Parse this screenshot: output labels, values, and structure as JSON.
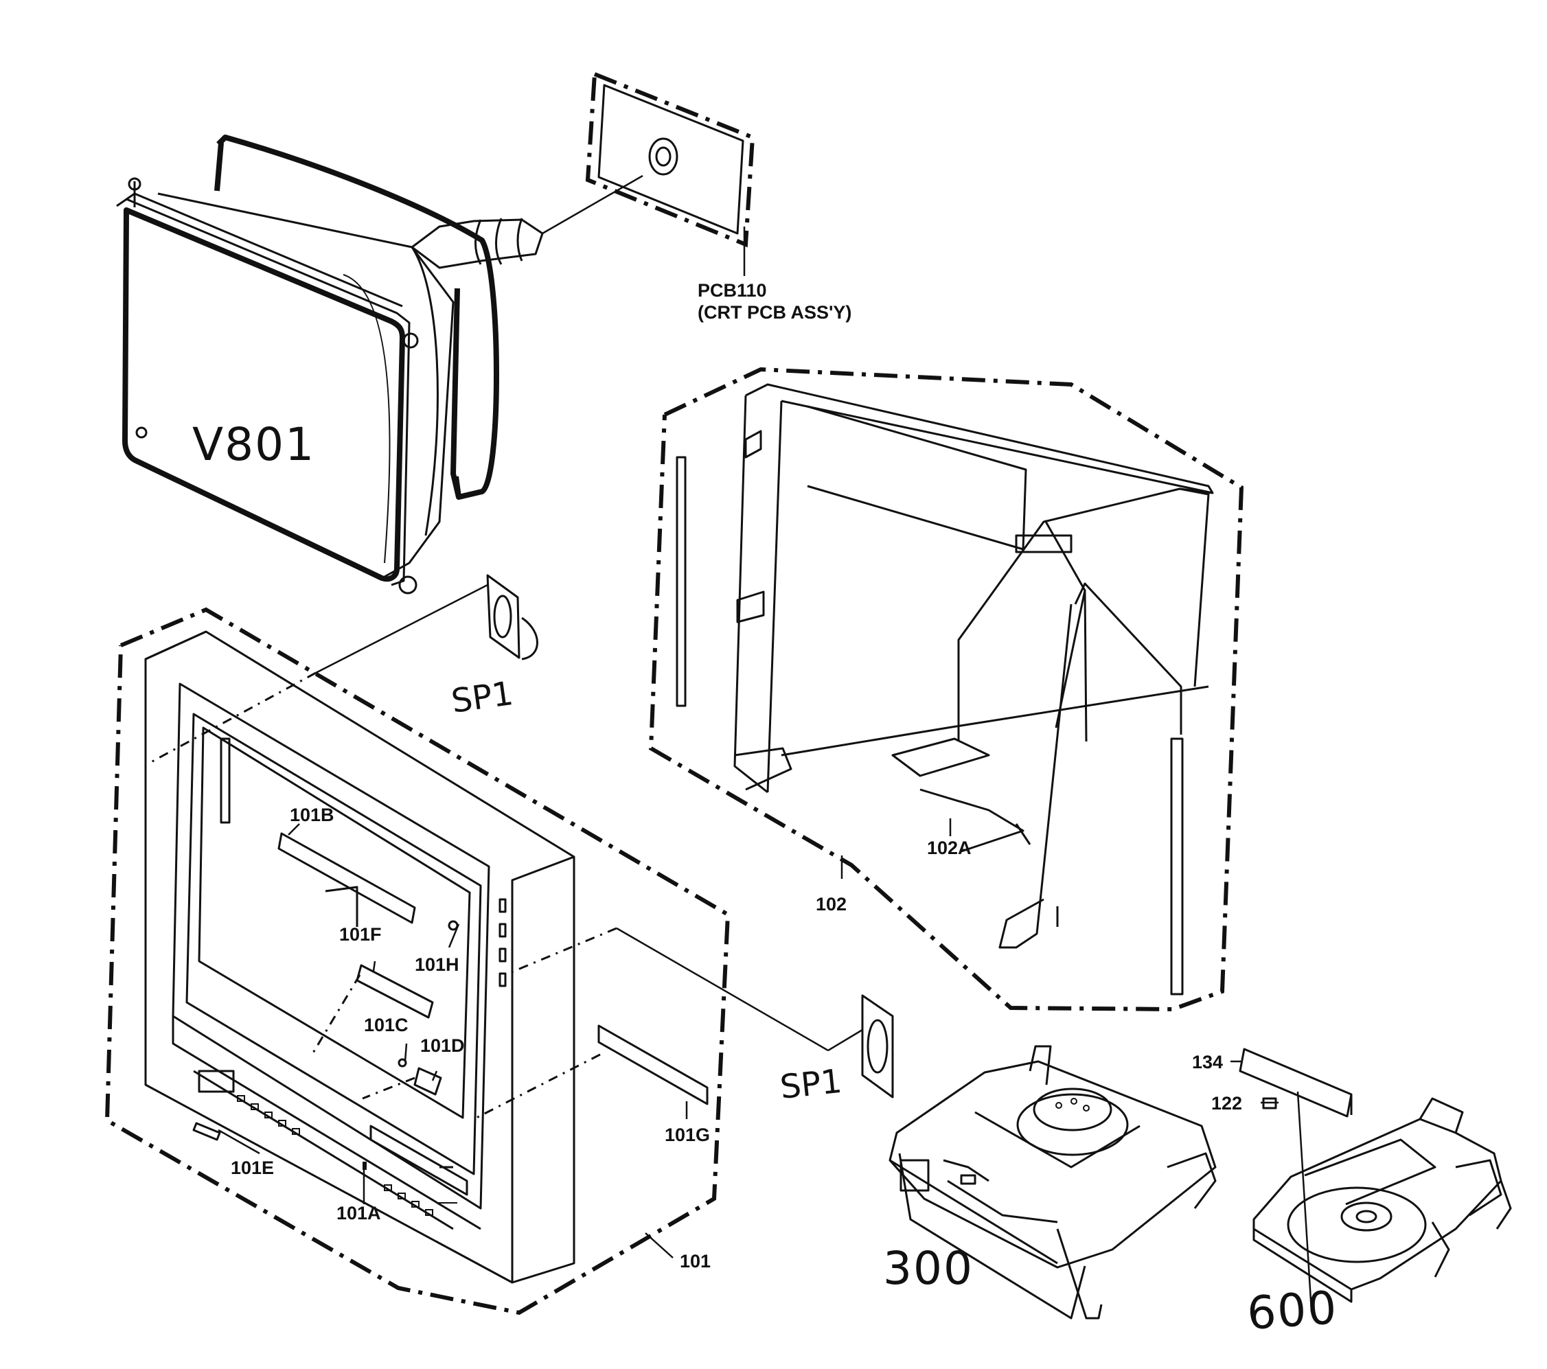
{
  "labels": {
    "pcb110": "PCB110",
    "pcb110_desc": "(CRT PCB ASS'Y)",
    "v801": "V801",
    "sp1_top": "SP1",
    "sp1_bottom": "SP1",
    "l101b": "101B",
    "l101f": "101F",
    "l101h": "101H",
    "l101c": "101C",
    "l101d": "101D",
    "l101e": "101E",
    "l101a": "101A",
    "l101g": "101G",
    "l101": "101",
    "l102": "102",
    "l102a": "102A",
    "l134": "134",
    "l122": "122",
    "l300": "300",
    "l600": "600"
  }
}
